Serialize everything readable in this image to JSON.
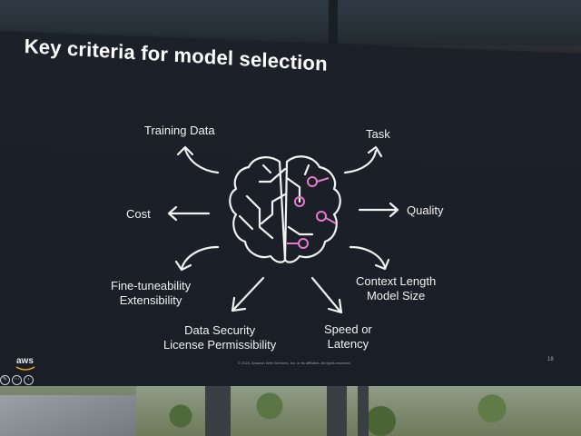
{
  "slide": {
    "title": "Key criteria for model selection",
    "criteria": {
      "training_data": "Training Data",
      "task": "Task",
      "cost": "Cost",
      "quality": "Quality",
      "fine_tuneability": [
        "Fine-tuneability",
        "Extensibility"
      ],
      "context_length": [
        "Context Length",
        "Model Size"
      ],
      "data_security": [
        "Data Security",
        "License Permissibility"
      ],
      "speed": [
        "Speed or",
        "Latency"
      ]
    },
    "copyright": "© 2024, Amazon Web Services, Inc. or its affiliates. All rights reserved.",
    "page_number": "18",
    "logo_text": "aws"
  },
  "colors": {
    "slide_background": "#1c2029",
    "text": "#ffffff",
    "accent_pink": "#e879c8"
  },
  "icons": [
    "brain-icon",
    "curved-arrow-icon",
    "straight-arrow-icon",
    "aws-logo"
  ]
}
